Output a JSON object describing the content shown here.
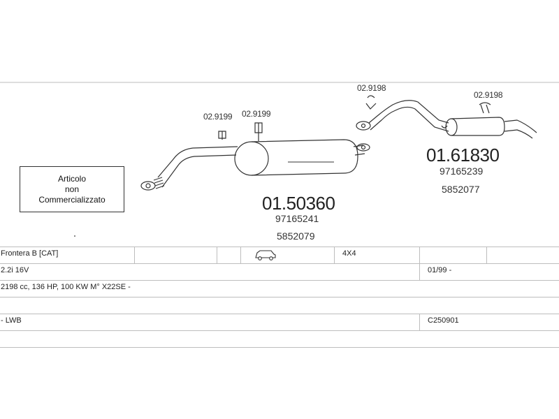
{
  "notice": {
    "line1": "Articolo",
    "line2": "non",
    "line3": "Commercializzato"
  },
  "parts": {
    "clamp_a": "02.9199",
    "clamp_b": "02.9199",
    "clamp_c": "02.9198",
    "clamp_d": "02.9198",
    "front": {
      "code": "01.50360",
      "ref1": "97165241",
      "ref2": "5852079"
    },
    "rear": {
      "code": "01.61830",
      "ref1": "97165239",
      "ref2": "5852077"
    }
  },
  "vehicle": {
    "model": "Frontera B  [CAT]",
    "drive": "4X4",
    "engine": "2.2i 16V",
    "date": "01/99 -",
    "spec": "2198 cc, 136 HP, 100 KW M° X22SE -",
    "body": "- LWB",
    "catalog": "C250901"
  },
  "icons": {
    "vehicle": "suv-icon"
  },
  "colors": {
    "line": "#333333",
    "grid": "#bdbdbd"
  }
}
